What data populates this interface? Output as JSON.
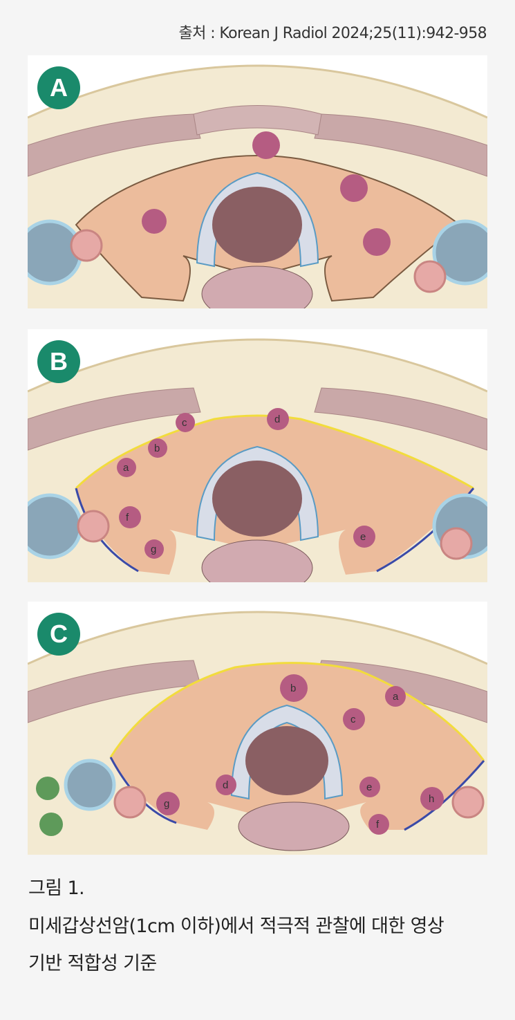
{
  "source": "출처 : Korean J Radiol 2024;25(11):942-958",
  "panels": [
    {
      "badge": "A",
      "labels": []
    },
    {
      "badge": "B",
      "labels": [
        "a",
        "b",
        "c",
        "d",
        "e",
        "f",
        "g"
      ]
    },
    {
      "badge": "C",
      "labels": [
        "a",
        "b",
        "c",
        "d",
        "e",
        "f",
        "g",
        "h"
      ]
    }
  ],
  "caption": {
    "line1": "그림 1.",
    "line2": "미세갑상선암(1cm 이하)에서 적극적 관찰에 대한 영상",
    "line3": "기반 적합성 기준"
  }
}
